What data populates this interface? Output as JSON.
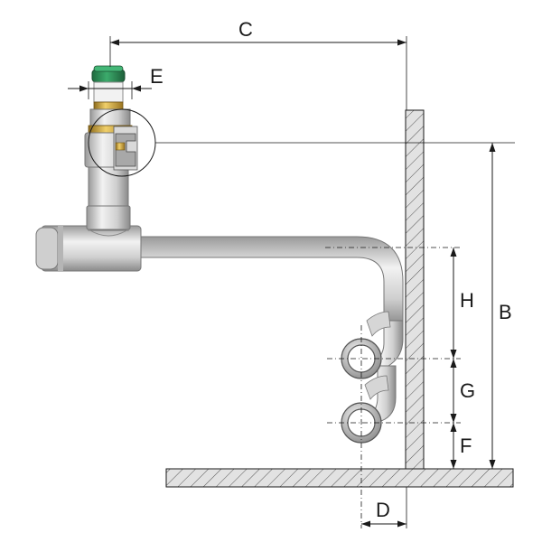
{
  "labels": {
    "c": "C",
    "e": "E",
    "b": "B",
    "h": "H",
    "g": "G",
    "f": "F",
    "d": "D"
  },
  "colors": {
    "seal": "#2e8b57",
    "brass": "#c8a23c",
    "metal_light": "#e6e6e6",
    "metal_mid": "#bdbdbd",
    "metal_dark": "#8f8f8f",
    "wall_fill": "#e2e2e2",
    "line": "#1a1a1a"
  }
}
